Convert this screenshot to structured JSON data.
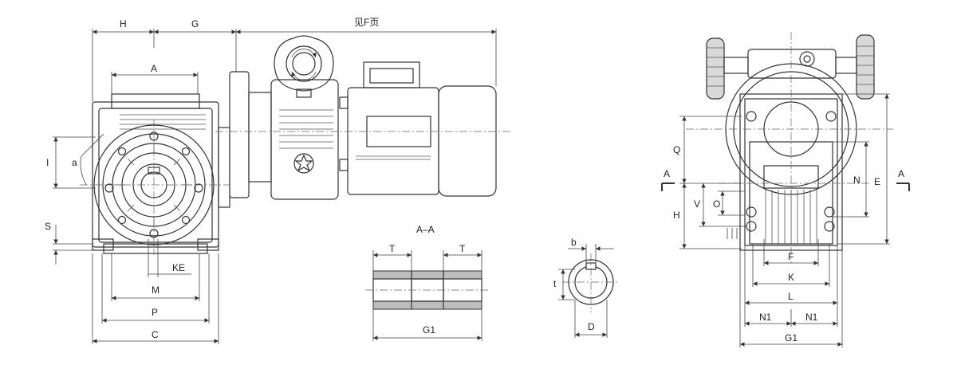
{
  "labels": {
    "H": "H",
    "G": "G",
    "see_page": "见F页",
    "A": "A",
    "I": "I",
    "a": "a",
    "S": "S",
    "KE": "KE",
    "M": "M",
    "P": "P",
    "C": "C",
    "section": "A–A",
    "T": "T",
    "G1": "G1",
    "b": "b",
    "t": "t",
    "D": "D",
    "Q": "Q",
    "H_side": "H",
    "V": "V",
    "O": "O",
    "N": "N",
    "E": "E",
    "F": "F",
    "K": "K",
    "L": "L",
    "N1": "N1",
    "section_mark": "A"
  }
}
